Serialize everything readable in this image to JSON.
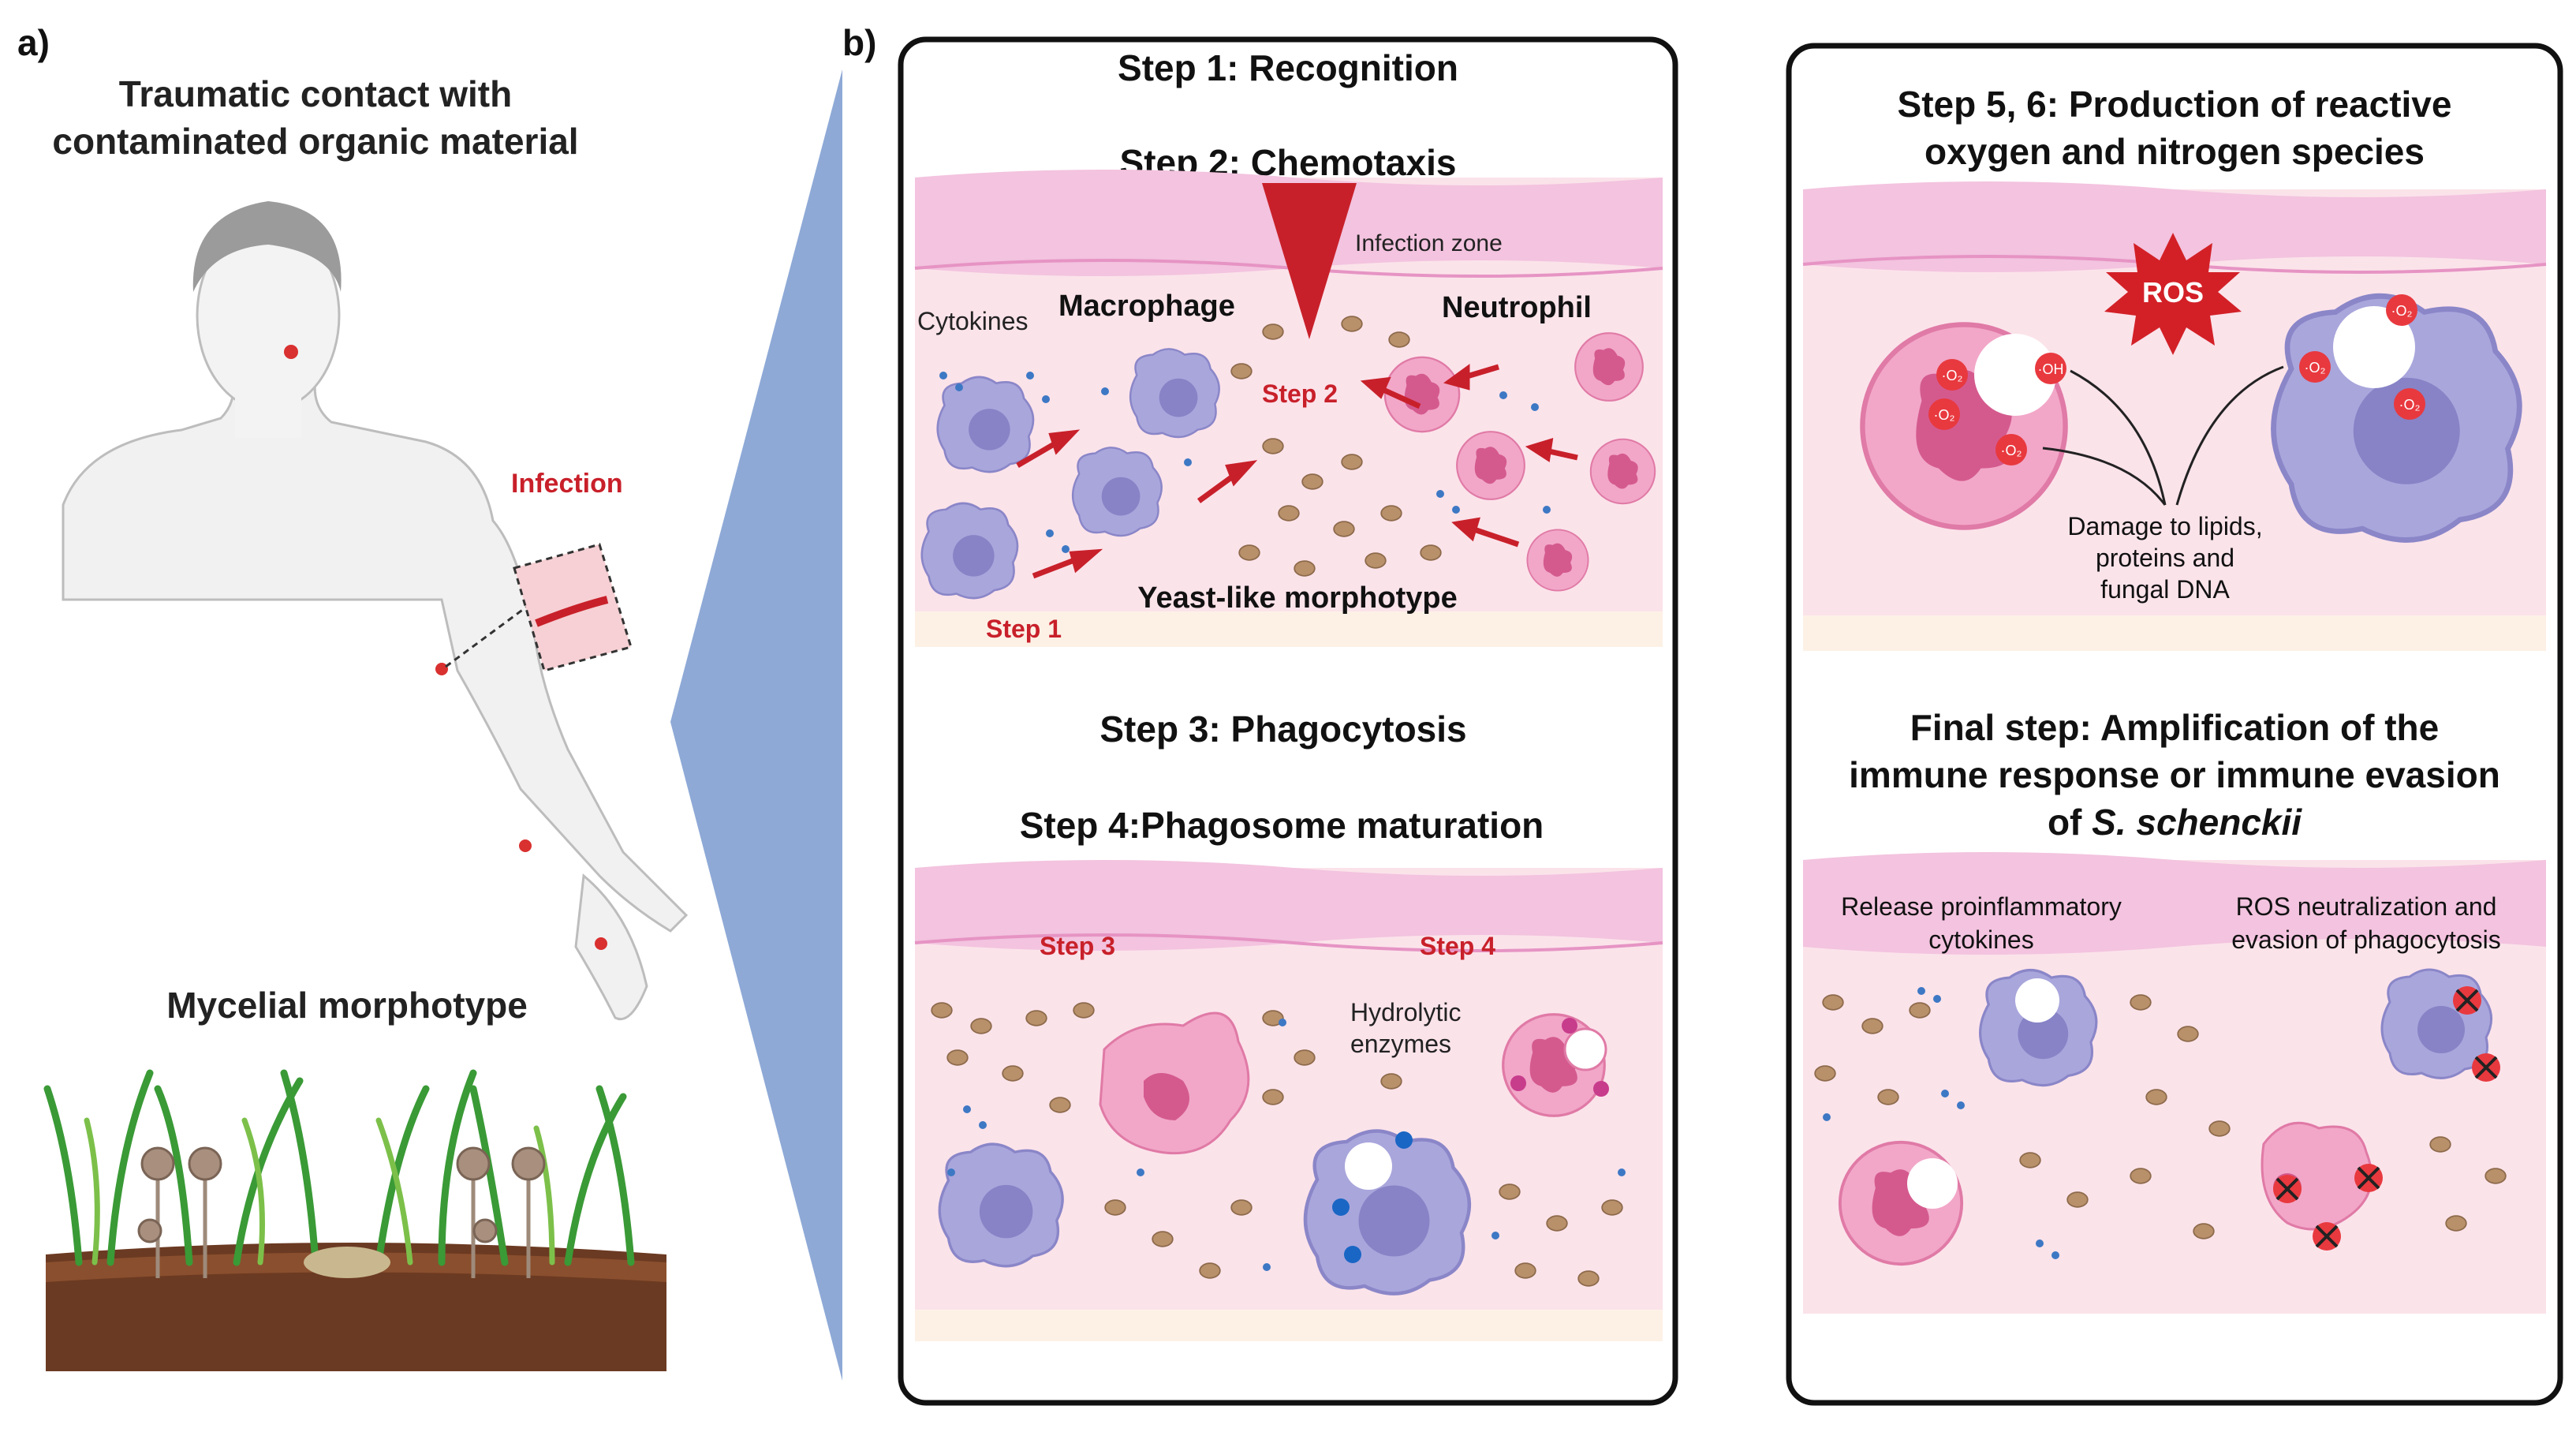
{
  "panel_a": {
    "label": "a)",
    "title_line1": "Traumatic contact with",
    "title_line2": "contaminated organic material",
    "infection_label": "Infection",
    "mycelial_label": "Mycelial morphotype"
  },
  "panel_b": {
    "label": "b)",
    "step1": "Step 1: Recognition",
    "step2": "Step 2: Chemotaxis",
    "infection_zone": "Infection zone",
    "cytokines": "Cytokines",
    "macrophage": "Macrophage",
    "neutrophil": "Neutrophil",
    "step2_short": "Step 2",
    "step1_short": "Step 1",
    "yeast_label": "Yeast-like morphotype",
    "step3": "Step 3: Phagocytosis",
    "step4": "Step 4:Phagosome maturation",
    "step3_short": "Step 3",
    "step4_short": "Step 4",
    "hydrolytic_line1": "Hydrolytic",
    "hydrolytic_line2": "enzymes"
  },
  "panel_c": {
    "title_line1": "Step 5, 6: Production of reactive",
    "title_line2": "oxygen and nitrogen species",
    "ros": "ROS",
    "radical_o2": "·O₂",
    "radical_oh": "·OH",
    "damage_line1": "Damage to lipids,",
    "damage_line2": "proteins and",
    "damage_line3": "fungal DNA",
    "final_line1": "Final step: Amplification of the",
    "final_line2": "immune response or immune evasion",
    "final_line3_prefix": "of ",
    "final_line3_italic": "S. schenckii",
    "release_line1": "Release proinflammatory",
    "release_line2": "cytokines",
    "ros_neutral_line1": "ROS neutralization and",
    "ros_neutral_line2": "evasion of phagocytosis"
  },
  "colors": {
    "red": "#c8202a",
    "skin_top": "#f3c3df",
    "tissue": "#fbe3ea",
    "macrophage": "#a9a6dc",
    "neutrophil": "#f2a7c8",
    "yeast": "#b8906a",
    "wedge": "#8ea9d6"
  }
}
